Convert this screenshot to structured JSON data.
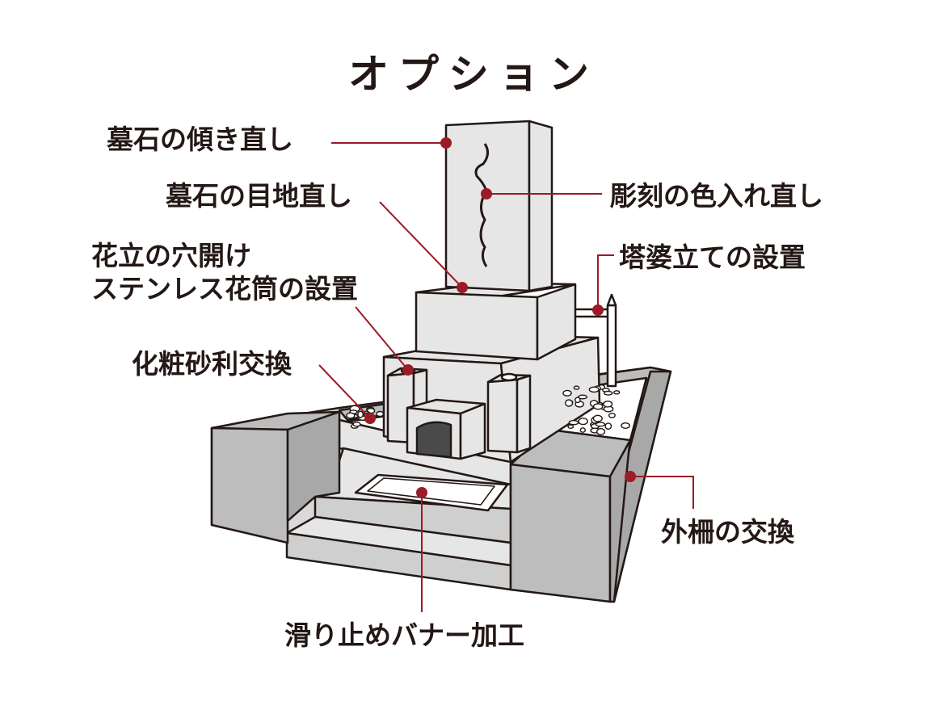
{
  "title": "オプション",
  "colors": {
    "leader": "#9b1b26",
    "outline": "#231815",
    "stone_light": "#e6e6e6",
    "stone_mid": "#bdbdbd",
    "stone_dark": "#a8a8a8",
    "opening": "#4a4a4a"
  },
  "labels": {
    "tilt": "墓石の傾き直し",
    "joint": "墓石の目地直し",
    "flower_line1": "花立の穴開け",
    "flower_line2": "ステンレス花筒の設置",
    "gravel": "化粧砂利交換",
    "engraving": "彫刻の色入れ直し",
    "stupa": "塔婆立ての設置",
    "fence": "外柵の交換",
    "banner": "滑り止めバナー加工"
  }
}
